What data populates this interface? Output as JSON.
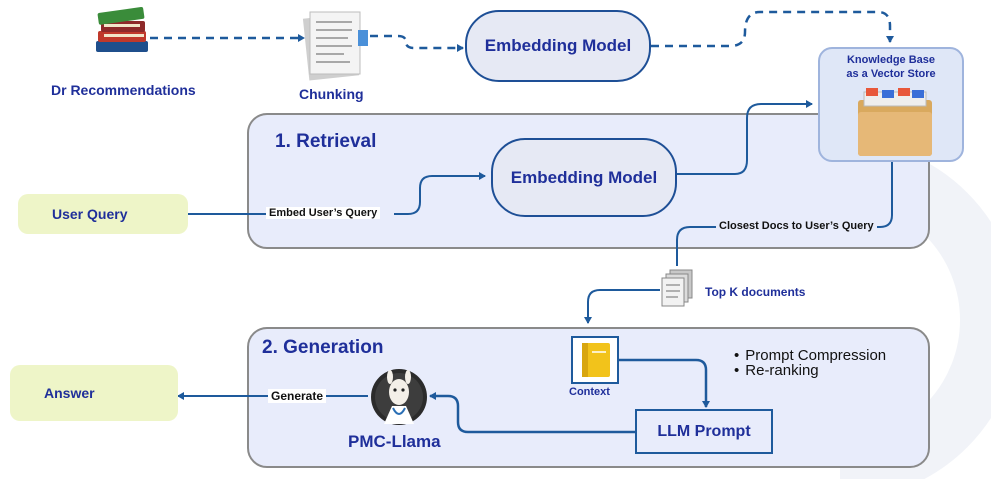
{
  "ingest": {
    "source_label": "Dr Recommendations",
    "chunking_label": "Chunking",
    "embedding_model_top": "Embedding Model",
    "kb_label_line1": "Knowledge Base",
    "kb_label_line2": "as a Vector Store"
  },
  "retrieval": {
    "title": "1. Retrieval",
    "embedding_model": "Embedding Model",
    "embed_query_label": "Embed User’s Query",
    "closest_docs_label": "Closest Docs to User’s Query"
  },
  "user_query": "User Query",
  "top_k_label": "Top K documents",
  "generation": {
    "title": "2. Generation",
    "context_label": "Context",
    "llm_prompt": "LLM Prompt",
    "model_name": "PMC-Llama",
    "generate_label": "Generate",
    "bullets": [
      "Prompt Compression",
      "Re-ranking"
    ]
  },
  "answer": "Answer",
  "colors": {
    "accent": "#1e5a9c",
    "navy": "#1f2f9a",
    "panel_fill": "#e8ecfb",
    "callout_fill": "#eef5c8"
  }
}
